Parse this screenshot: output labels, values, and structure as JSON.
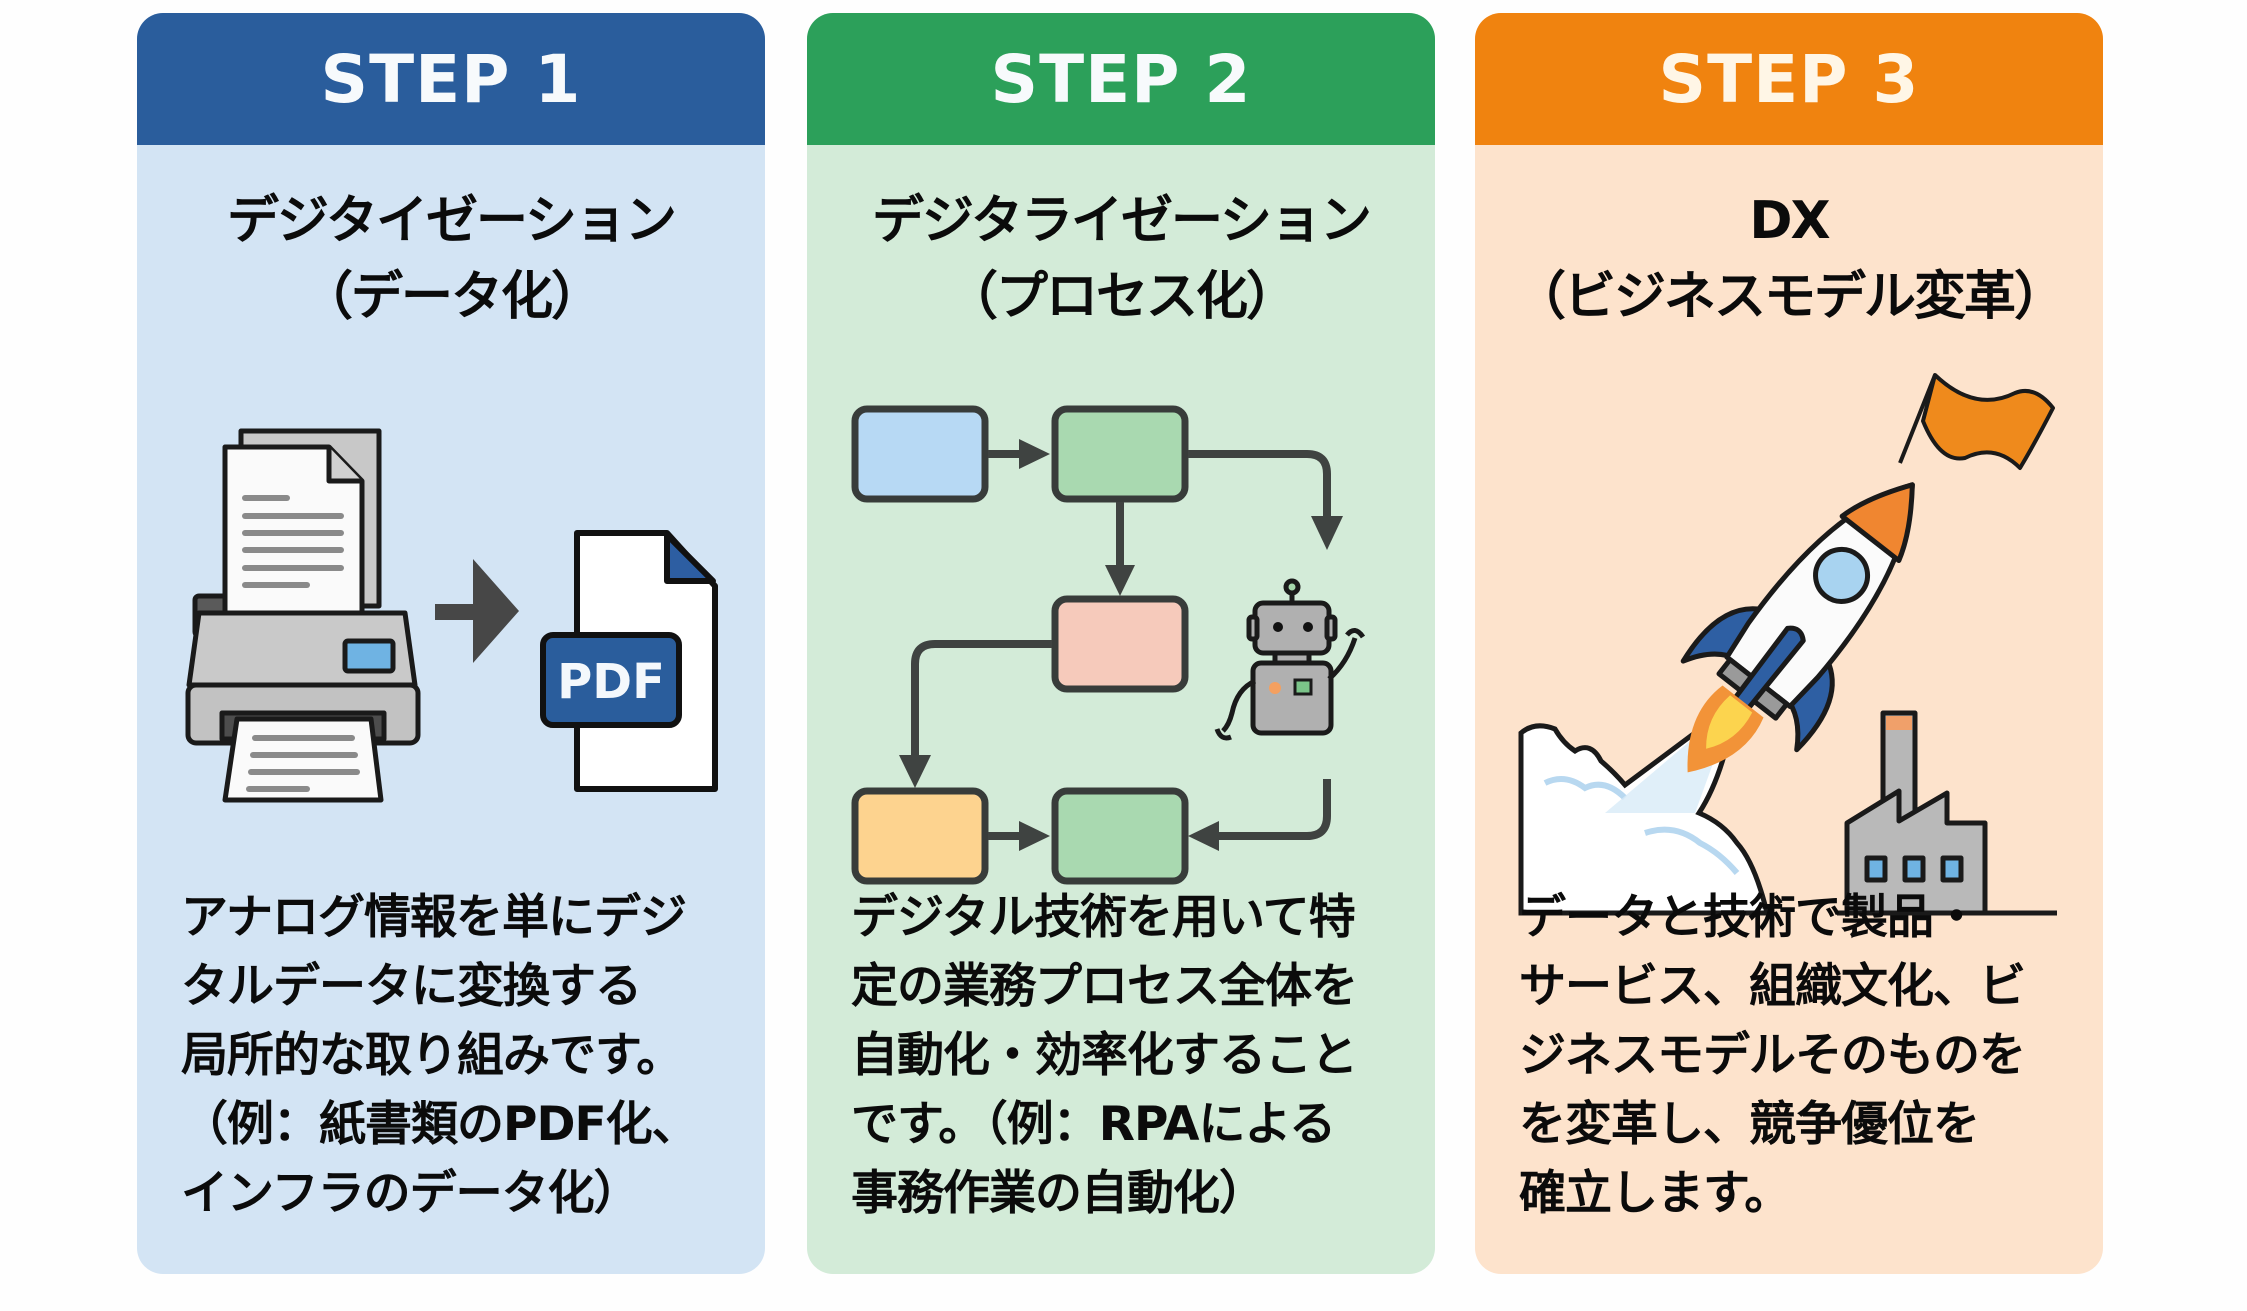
{
  "steps": [
    {
      "header": "STEP 1",
      "color": "#2a5d9c",
      "title_lines": [
        "デジタイゼーション",
        "（データ化）"
      ],
      "illustration": "scanner-to-pdf",
      "pdf_label": "PDF",
      "body_lines": [
        "アナログ情報を単にデジ",
        "タルデータに変換する",
        "局所的な取り組みです。",
        "（例：紙書類のPDF化、",
        "インフラのデータ化）"
      ]
    },
    {
      "header": "STEP 2",
      "color": "#2ca05a",
      "title_lines": [
        "デジタライゼーション",
        "（プロセス化）"
      ],
      "illustration": "process-flowchart-with-robot",
      "body_lines": [
        "デジタル技術を用いて特",
        "定の業務プロセス全体を",
        "自動化・効率化すること",
        "です。（例：RPAによる",
        "事務作業の自動化）"
      ]
    },
    {
      "header": "STEP 3",
      "color": "#f0830f",
      "title_lines": [
        "DX",
        "（ビジネスモデル変革）"
      ],
      "illustration": "rocket-launch-over-factory",
      "body_lines": [
        "データと技術で製品・",
        "サービス、組織文化、ビ",
        "ジネスモデルそのものを",
        "を変革し、競争優位を",
        "確立します。"
      ]
    }
  ]
}
